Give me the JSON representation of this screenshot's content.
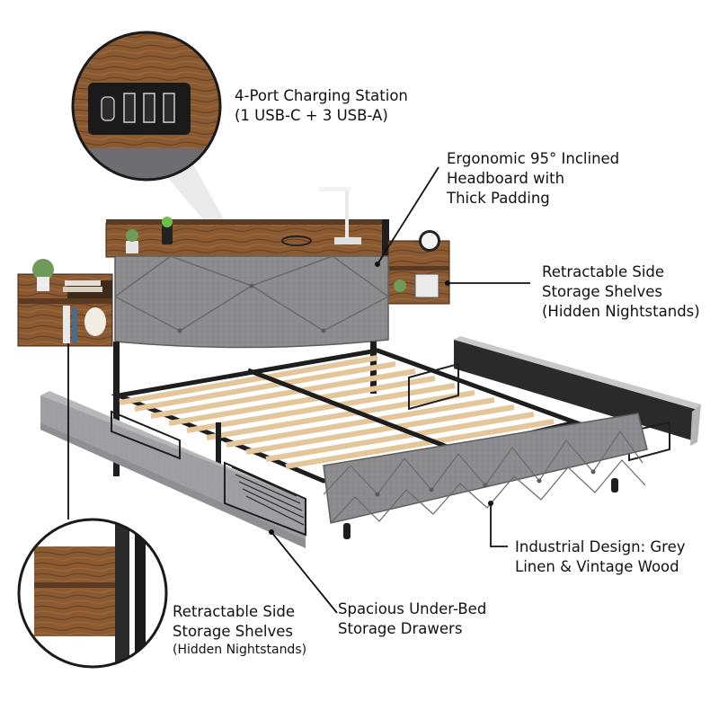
{
  "callouts": {
    "charging": {
      "line1": "4-Port Charging Station",
      "line2": "(1 USB-C + 3 USB-A)"
    },
    "headboard": {
      "line1": "Ergonomic 95° Inclined",
      "line2": "Headboard with",
      "line3": "Thick Padding"
    },
    "shelves_right": {
      "line1": "Retractable Side",
      "line2": "Storage Shelves",
      "line3": "(Hidden Nightstands)"
    },
    "design": {
      "line1": "Industrial Design: Grey",
      "line2": "Linen & Vintage Wood"
    },
    "drawers": {
      "line1": "Spacious Under-Bed",
      "line2": "Storage Drawers"
    },
    "shelves_left": {
      "line1": "Retractable Side",
      "line2": "Storage Shelves",
      "line3": "(Hidden Nightstands)"
    }
  },
  "colors": {
    "linen": "#8c8c8e",
    "linen_dark": "#6f6f72",
    "wood": "#8a5a32",
    "wood_dark": "#5a3a20",
    "slat": "#e3c79a",
    "metal": "#1e1e1e"
  }
}
